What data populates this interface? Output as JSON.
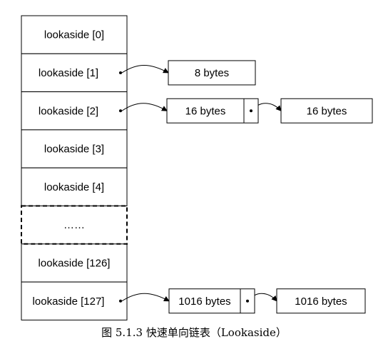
{
  "diagram": {
    "caption": "图 5.1.3 快速单向链表（Lookaside）",
    "table": [
      {
        "label": "lookaside [0]",
        "style": "solid",
        "chain": []
      },
      {
        "label": "lookaside [1]",
        "style": "solid",
        "chain": [
          "8 bytes"
        ]
      },
      {
        "label": "lookaside [2]",
        "style": "solid",
        "chain": [
          "16 bytes",
          "16 bytes"
        ]
      },
      {
        "label": "lookaside [3]",
        "style": "solid",
        "chain": []
      },
      {
        "label": "lookaside [4]",
        "style": "solid",
        "chain": []
      },
      {
        "label": "……",
        "style": "dashed",
        "chain": []
      },
      {
        "label": "lookaside [126]",
        "style": "solid",
        "chain": []
      },
      {
        "label": "lookaside [127]",
        "style": "solid",
        "chain": [
          "1016 bytes",
          "1016 bytes"
        ]
      }
    ]
  }
}
